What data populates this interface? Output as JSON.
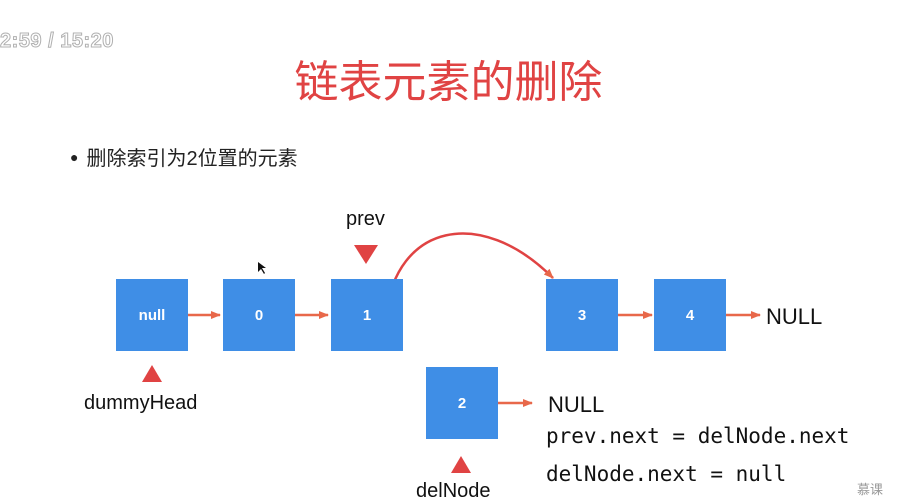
{
  "timestamp": "2:59 / 15:20",
  "title": "链表元素的删除",
  "bullet": "删除索引为2位置的元素",
  "nodes": {
    "dummy": "null",
    "n0": "0",
    "n1": "1",
    "n2": "2",
    "n3": "3",
    "n4": "4"
  },
  "labels": {
    "prev": "prev",
    "dummyHead": "dummyHead",
    "delNode": "delNode",
    "null_main": "NULL",
    "null_del": "NULL"
  },
  "code": {
    "line1": "prev.next = delNode.next",
    "line2": "delNode.next = null"
  },
  "watermark": "慕课",
  "colors": {
    "node": "#3f8ee6",
    "arrow": "#e8684a",
    "marker": "#e04343",
    "title": "#e04343"
  }
}
